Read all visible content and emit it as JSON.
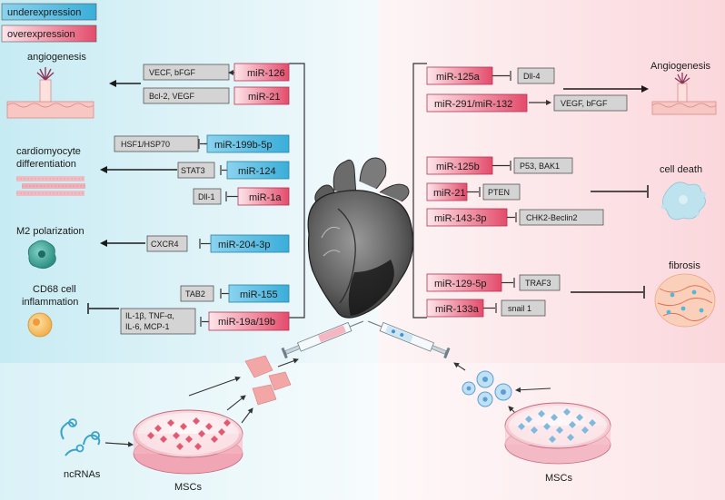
{
  "legend": {
    "under": "underexpression",
    "over": "overexpression",
    "under_color": "#5bc3e6",
    "over_color": "#e4546f"
  },
  "left": {
    "outcomes": {
      "angiogenesis": "angiogenesis",
      "cardio_1": "cardiomyocyte",
      "cardio_2": "differentiation",
      "m2": "M2 polarization",
      "cd68_1": "CD68 cell",
      "cd68_2": "inflammation"
    },
    "mirnas": {
      "mir126": "miR-126",
      "mir21": "miR-21",
      "mir199": "miR-199b-5p",
      "mir124": "miR-124",
      "mir1a": "miR-1a",
      "mir204": "miR-204-3p",
      "mir155": "miR-155",
      "mir19": "miR-19a/19b"
    },
    "targets": {
      "vecf": "VECF, bFGF",
      "bcl2": "Bcl-2, VEGF",
      "hsf1": "HSF1/HSP70",
      "stat3": "STAT3",
      "dll1": "Dll-1",
      "cxcr4": "CXCR4",
      "tab2": "TAB2",
      "il_1": "IL-1β, TNF-α,",
      "il_2": "IL-6, MCP-1"
    }
  },
  "right": {
    "outcomes": {
      "angiogenesis": "Angiogenesis",
      "celldeath": "cell death",
      "fibrosis": "fibrosis"
    },
    "mirnas": {
      "mir125a": "miR-125a",
      "mir291": "miR-291/miR-132",
      "mir125b": "miR-125b",
      "mir21": "miR-21",
      "mir143": "miR-143-3p",
      "mir129": "miR-129-5p",
      "mir133": "miR-133a"
    },
    "targets": {
      "dll4": "Dll-4",
      "vegf": "VEGF, bFGF",
      "p53": "P53, BAK1",
      "pten": "PTEN",
      "chk2": "CHK2-Beclin2",
      "traf3": "TRAF3",
      "snail": "snail 1"
    }
  },
  "bottom": {
    "ncrnas": "ncRNAs",
    "mscs_left": "MSCs",
    "mscs_right": "MSCs"
  },
  "colors": {
    "left_bg": "#dff2f6",
    "right_bg": "#fbe3e6",
    "gray_box": "#d4d4d4"
  }
}
